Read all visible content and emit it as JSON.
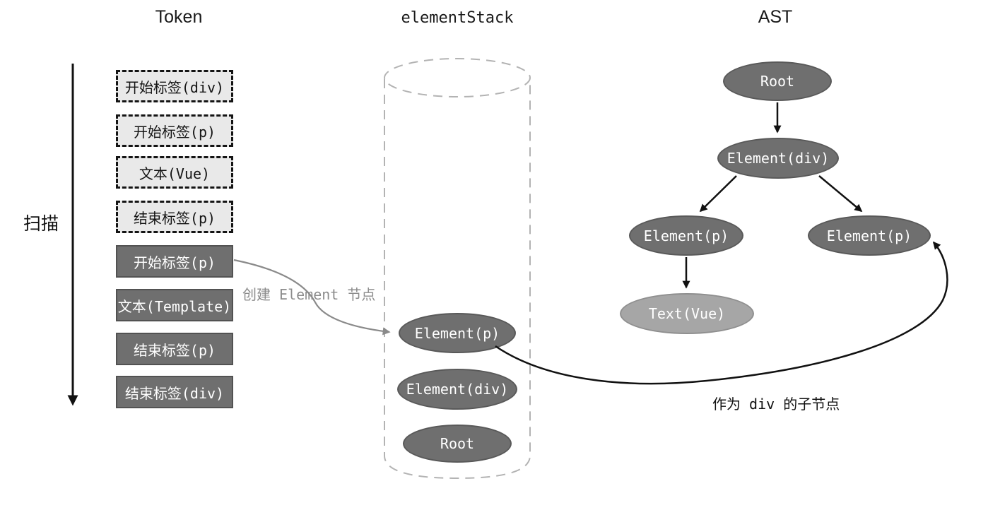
{
  "titles": {
    "token": "Token",
    "stack": "elementStack",
    "ast": "AST"
  },
  "scan": {
    "label": "扫描"
  },
  "tokens": [
    {
      "label": "开始标签(div)",
      "state": "consumed"
    },
    {
      "label": "开始标签(p)",
      "state": "consumed"
    },
    {
      "label": "文本(Vue)",
      "state": "consumed"
    },
    {
      "label": "结束标签(p)",
      "state": "consumed"
    },
    {
      "label": "开始标签(p)",
      "state": "current"
    },
    {
      "label": "文本(Template)",
      "state": "pending"
    },
    {
      "label": "结束标签(p)",
      "state": "pending"
    },
    {
      "label": "结束标签(div)",
      "state": "pending"
    }
  ],
  "stack": {
    "items": [
      {
        "label": "Element(p)"
      },
      {
        "label": "Element(div)"
      },
      {
        "label": "Root"
      }
    ]
  },
  "ast": {
    "nodes": [
      {
        "label": "Root"
      },
      {
        "label": "Element(div)"
      },
      {
        "label": "Element(p)"
      },
      {
        "label": "Element(p)"
      },
      {
        "label": "Text(Vue)"
      }
    ]
  },
  "annotations": {
    "create_node": "创建 Element 节点",
    "append_child": "作为 div 的子节点"
  },
  "colors": {
    "node_fill": "#6f6f6f",
    "node_text": "#ffffff",
    "text_node_fill": "#a6a6a6",
    "consumed_token_fill": "#e9e9e9",
    "dashed_border": "#141414",
    "cylinder_dash": "#b3b3b3",
    "gray_arrow": "#8a8a8a",
    "black_arrow": "#111111"
  }
}
